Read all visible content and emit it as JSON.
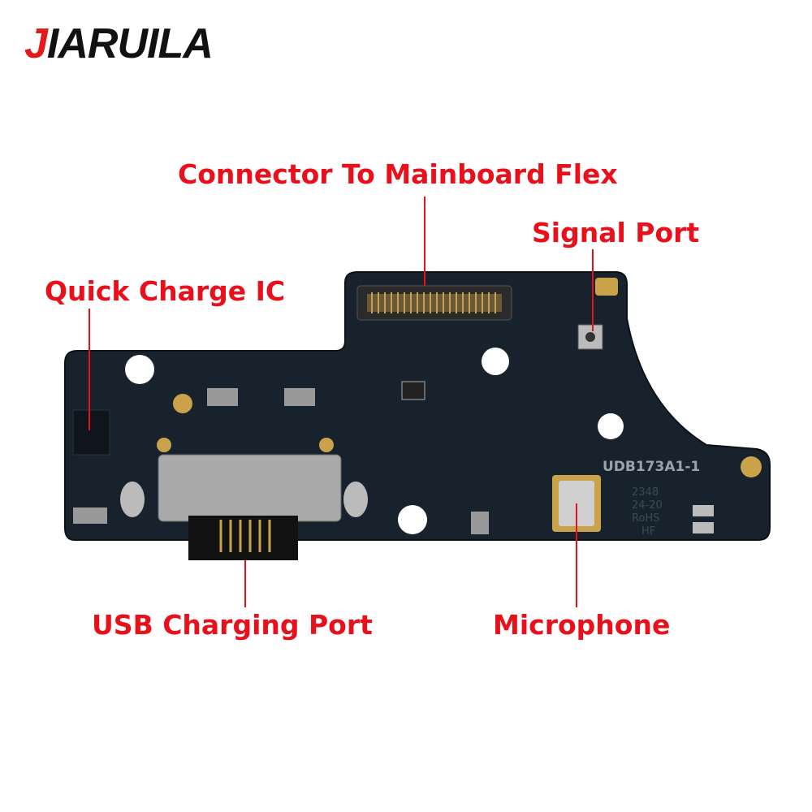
{
  "brand": {
    "logo_text": "JIARUILA",
    "logo_first_letter": "J",
    "logo_rest": "IARUILA",
    "accent_color": "#e31a1c"
  },
  "callouts": {
    "connector": "Connector To Mainboard Flex",
    "signal_port": "Signal Port",
    "quick_charge_ic": "Quick Charge IC",
    "usb_port": "USB Charging Port",
    "microphone": "Microphone"
  },
  "board_markings": {
    "part_number": "UDB173A1-1",
    "date_code_1": "2348",
    "date_code_2": "24-20",
    "rohs": "RoHS",
    "hf": "HF"
  },
  "colors": {
    "label_red": "#e8101a",
    "pcb": "#17222d",
    "gold": "#c9a24a"
  }
}
